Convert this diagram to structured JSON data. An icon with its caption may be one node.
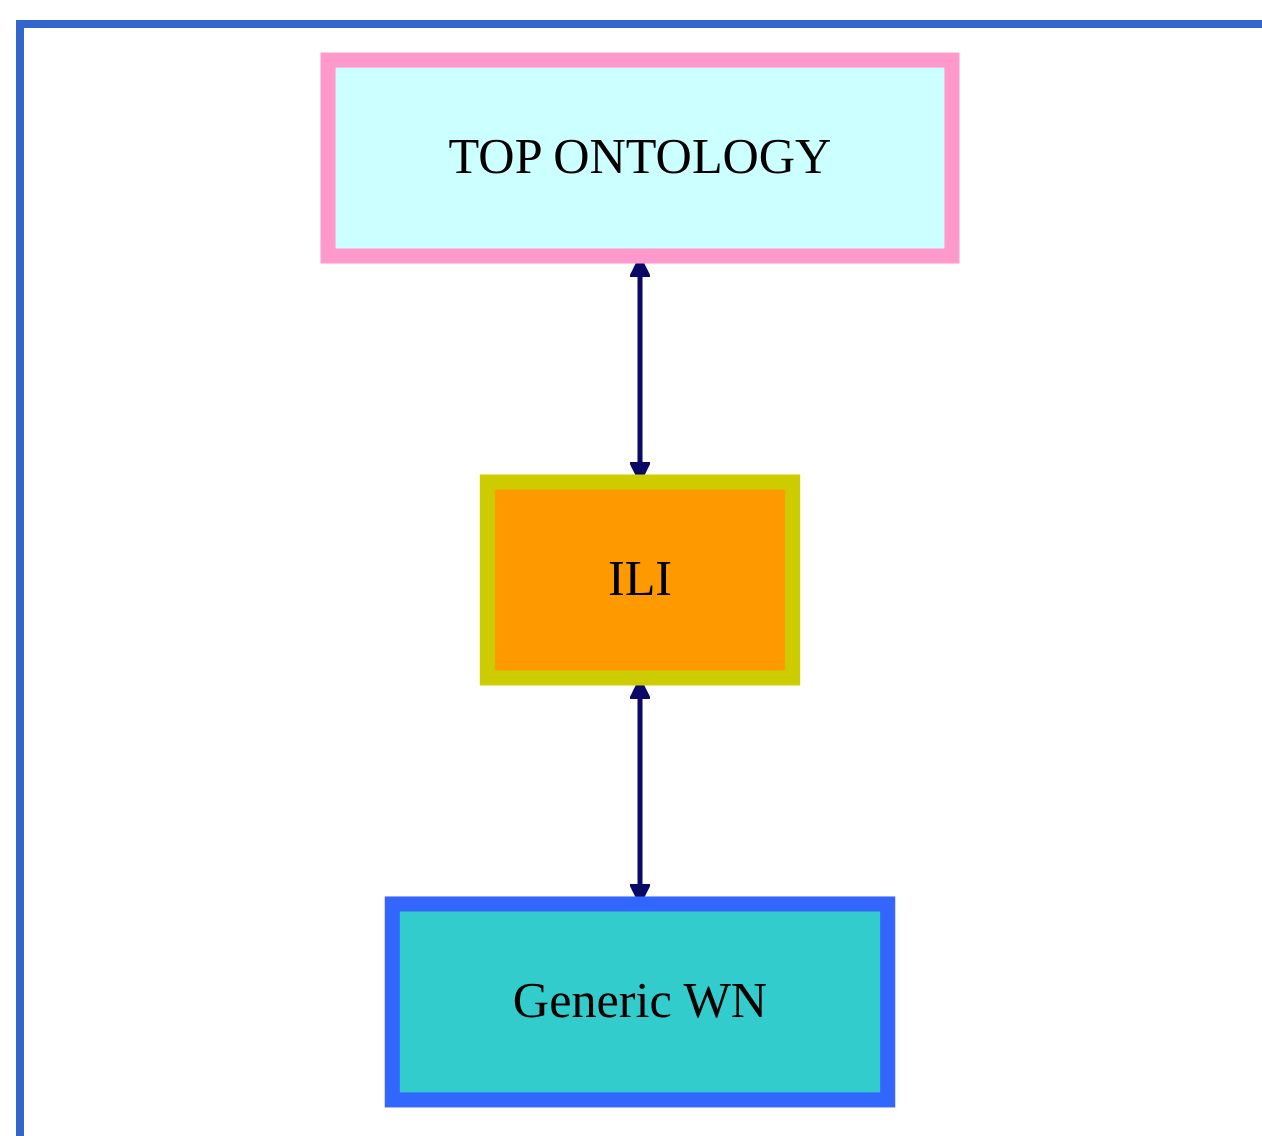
{
  "diagram": {
    "nodes": [
      {
        "text": [
          "TOP ONTOLOGY"
        ]
      },
      {
        "text": [
          "ILI"
        ]
      },
      {
        "text": [
          "Generic WN"
        ]
      }
    ],
    "edges": [
      {
        "from": 0,
        "to": 1,
        "arrow": "both"
      },
      {
        "from": 1,
        "to": 2,
        "arrow": "both"
      }
    ]
  }
}
